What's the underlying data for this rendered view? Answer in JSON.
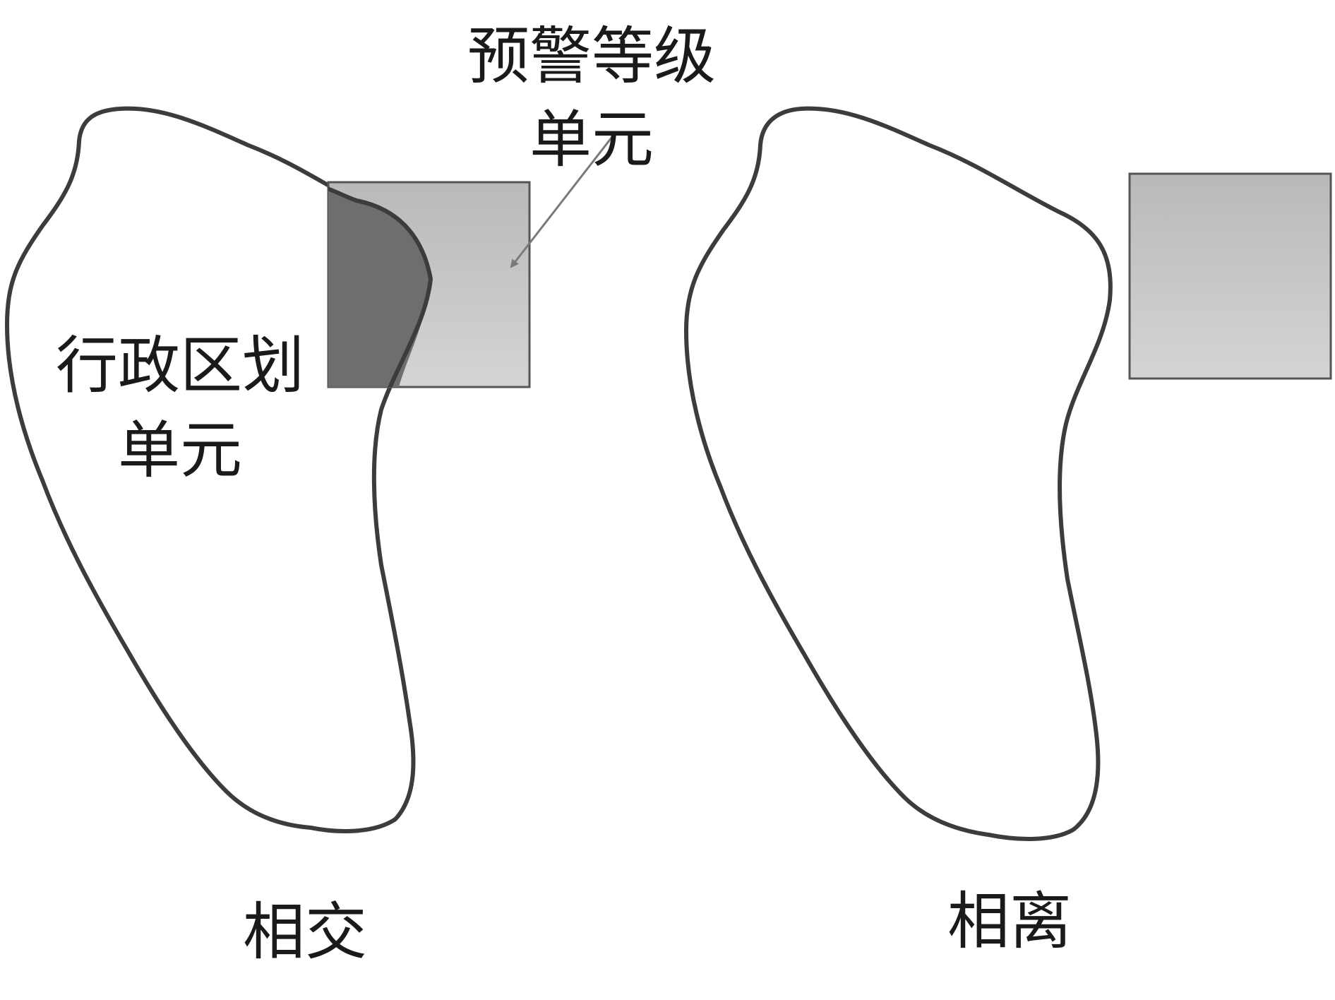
{
  "labels": {
    "warning_unit_line1": "预警等级",
    "warning_unit_line2": "单元",
    "admin_unit_line1": "行政区划",
    "admin_unit_line2": "单元",
    "intersect_caption": "相交",
    "separate_caption": "相离"
  },
  "colors": {
    "outline": "#3c3c3c",
    "cell_fill_top": "#b9b9b9",
    "cell_fill_bottom": "#d4d4d4",
    "overlap_fill": "#6e6e6e",
    "arrow": "#7a7a7a"
  }
}
